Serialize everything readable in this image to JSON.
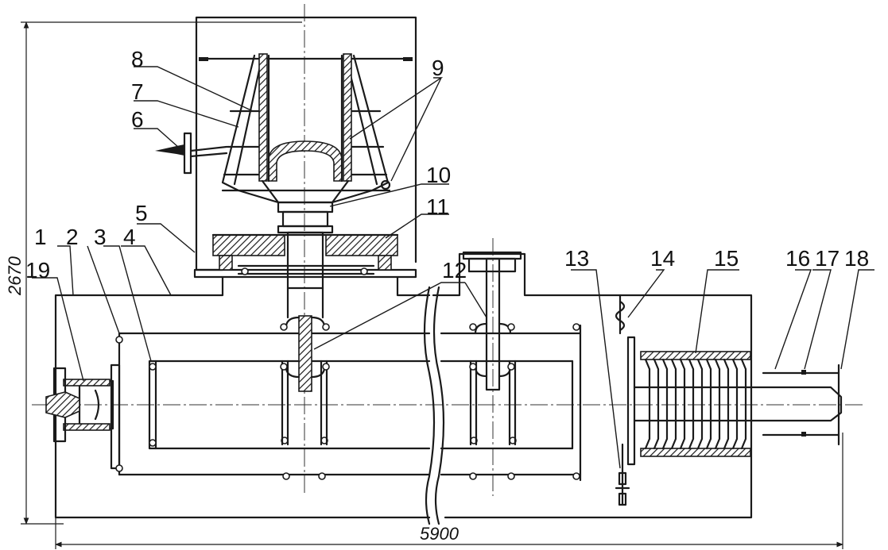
{
  "labels": {
    "l1": "1",
    "l2": "2",
    "l3": "3",
    "l4": "4",
    "l5": "5",
    "l6": "6",
    "l7": "7",
    "l8": "8",
    "l9": "9",
    "l10": "10",
    "l11": "11",
    "l12": "12",
    "l13": "13",
    "l14": "14",
    "l15": "15",
    "l16": "16",
    "l17": "17",
    "l18": "18",
    "l19": "19"
  },
  "dimensions": {
    "width": "5900",
    "height": "2670"
  }
}
